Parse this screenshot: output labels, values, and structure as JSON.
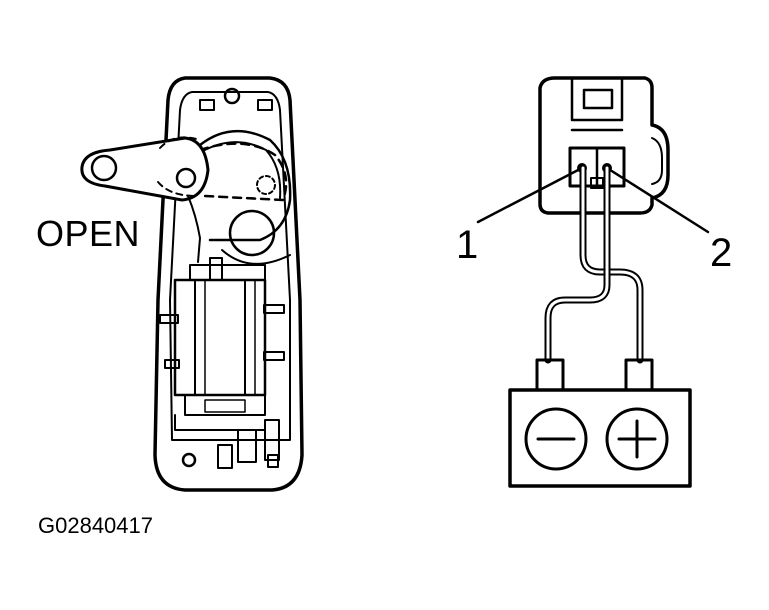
{
  "labels": {
    "open": "OPEN",
    "pin_1": "1",
    "pin_2": "2",
    "figure_code": "G02840417"
  },
  "battery": {
    "negative_symbol": "minus-symbol",
    "positive_symbol": "plus-symbol"
  },
  "colors": {
    "line": "#000000",
    "background": "#ffffff"
  }
}
